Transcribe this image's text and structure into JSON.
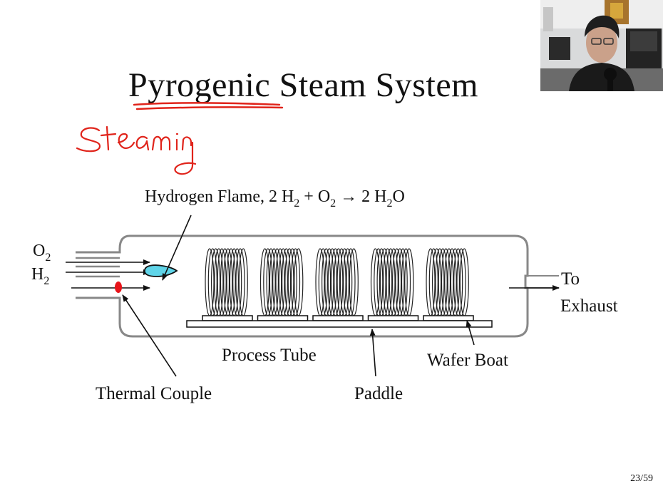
{
  "slide": {
    "title": "Pyrogenic Steam System",
    "handwritten_annotation": "Steaming",
    "page_number": "23/59"
  },
  "diagram": {
    "reaction": {
      "prefix": "Hydrogen Flame,   2 H",
      "part_2": " + O",
      "part_3": " → 2 H",
      "part_4": "O",
      "subscript": "2"
    },
    "inputs": {
      "o2": "O",
      "h2": "H",
      "subscript": "2"
    },
    "exhaust": {
      "line1": "To",
      "line2": "Exhaust"
    },
    "labels": {
      "process_tube": "Process Tube",
      "thermal_couple": "Thermal Couple",
      "paddle": "Paddle",
      "wafer_boat": "Wafer Boat"
    },
    "wafer_group_count": 5
  },
  "colors": {
    "annotation": "#e0241b",
    "flame": "#5fd4e8",
    "thermocouple": "#e8141a",
    "tube": "#888888"
  }
}
